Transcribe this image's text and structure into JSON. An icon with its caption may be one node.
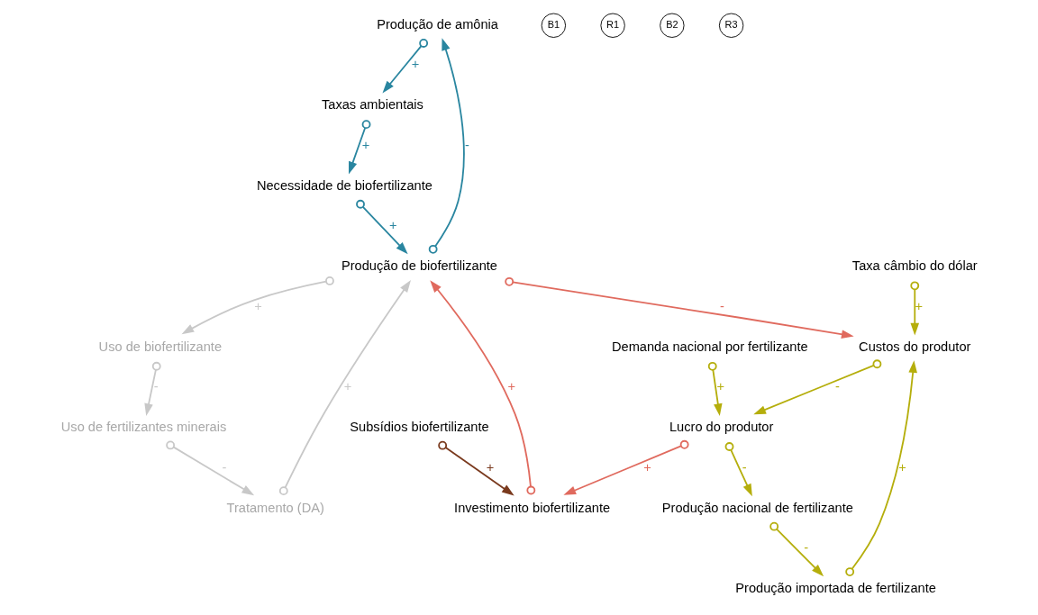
{
  "diagram": {
    "nodes": [
      {
        "text": [
          "Produção de amônia"
        ]
      },
      {
        "text": [
          "Taxas ambientais"
        ]
      },
      {
        "text": [
          "Necessidade de biofertilizante"
        ]
      },
      {
        "text": [
          "Produção de biofertilizante"
        ]
      },
      {
        "text": [
          "Tratamento (DA)"
        ]
      },
      {
        "text": [
          "Uso de fertilizantes minerais"
        ]
      },
      {
        "text": [
          "Uso de biofertilizante"
        ]
      },
      {
        "text": [
          "Taxa câmbio do dólar"
        ]
      },
      {
        "text": [
          "Produção importada de fertilizante"
        ]
      },
      {
        "text": [
          "Produção nacional de fertilizante"
        ]
      },
      {
        "text": [
          "Custos do produtor"
        ]
      },
      {
        "text": [
          "Lucro do produtor"
        ]
      },
      {
        "text": [
          "Investimento biofertilizante"
        ]
      },
      {
        "text": [
          "Demanda nacional por fertilizante"
        ]
      },
      {
        "text": [
          "Subsídios biofertilizante"
        ]
      }
    ],
    "edges": [
      {
        "from": 0,
        "to": 1,
        "arrow": "to",
        "label": "+",
        "color": "#2a86a0"
      },
      {
        "from": 1,
        "to": 2,
        "arrow": "to",
        "label": "+",
        "color": "#2a86a0"
      },
      {
        "from": 2,
        "to": 3,
        "arrow": "to",
        "label": "+",
        "color": "#2a86a0"
      },
      {
        "from": 3,
        "to": 0,
        "arrow": "to",
        "label": "-",
        "color": "#2a86a0"
      },
      {
        "from": 4,
        "to": 3,
        "arrow": "to",
        "label": "+",
        "color": "#c8c8c8"
      },
      {
        "from": 3,
        "to": 6,
        "arrow": "to",
        "label": "+",
        "color": "#c8c8c8"
      },
      {
        "from": 6,
        "to": 5,
        "arrow": "to",
        "label": "-",
        "color": "#c8c8c8"
      },
      {
        "from": 5,
        "to": 4,
        "arrow": "to",
        "label": "-",
        "color": "#c8c8c8"
      },
      {
        "from": 8,
        "to": 10,
        "arrow": "to",
        "label": "+",
        "color": "#b5ae0c"
      },
      {
        "from": 7,
        "to": 10,
        "arrow": "to",
        "label": "+",
        "color": "#b5ae0c"
      },
      {
        "from": 3,
        "to": 10,
        "arrow": "to",
        "label": "-",
        "color": "#e06a5e"
      },
      {
        "from": 10,
        "to": 11,
        "arrow": "to",
        "label": "-",
        "color": "#b5ae0c"
      },
      {
        "from": 11,
        "to": 9,
        "arrow": "to",
        "label": "-",
        "color": "#b5ae0c"
      },
      {
        "from": 9,
        "to": 8,
        "arrow": "to",
        "label": "-",
        "color": "#b5ae0c"
      },
      {
        "from": 13,
        "to": 11,
        "arrow": "to",
        "label": "+",
        "color": "#b5ae0c"
      },
      {
        "from": 11,
        "to": 12,
        "arrow": "to",
        "label": "+",
        "color": "#e06a5e"
      },
      {
        "from": 12,
        "to": 3,
        "arrow": "to",
        "label": "+",
        "color": "#e06a5e"
      },
      {
        "from": 14,
        "to": 12,
        "arrow": "to",
        "label": "+",
        "color": "#7a3a1e"
      }
    ],
    "labels": [
      "B1",
      "R1",
      "B2",
      "R3"
    ]
  }
}
